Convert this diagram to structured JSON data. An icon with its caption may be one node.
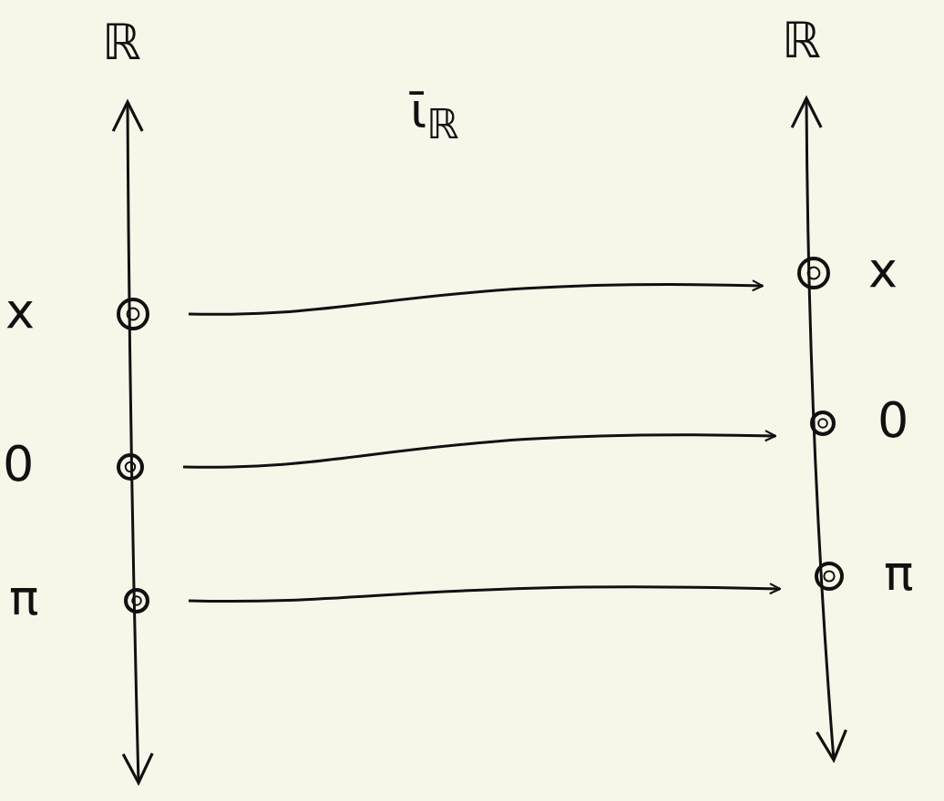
{
  "diagram": {
    "nodes": [
      {
        "text": [],
        "shape": "circle",
        "beside": [
          "x"
        ]
      },
      {
        "text": [],
        "shape": "circle",
        "beside": [
          "x"
        ]
      },
      {
        "text": [],
        "shape": "circle",
        "beside": [
          "0"
        ]
      },
      {
        "text": [],
        "shape": "circle",
        "beside": [
          "0"
        ]
      },
      {
        "text": [],
        "shape": "circle",
        "beside": [
          "π"
        ]
      },
      {
        "text": [],
        "shape": "circle",
        "beside": [
          "π"
        ]
      }
    ],
    "edges": [
      {
        "from": 0,
        "to": 1,
        "arrow": "to"
      },
      {
        "from": 2,
        "to": 3,
        "arrow": "to"
      },
      {
        "from": 4,
        "to": 5,
        "arrow": "to"
      }
    ],
    "labels": [
      "ℝ",
      "ῑ$_{ℝ}$",
      "ℝ"
    ]
  }
}
